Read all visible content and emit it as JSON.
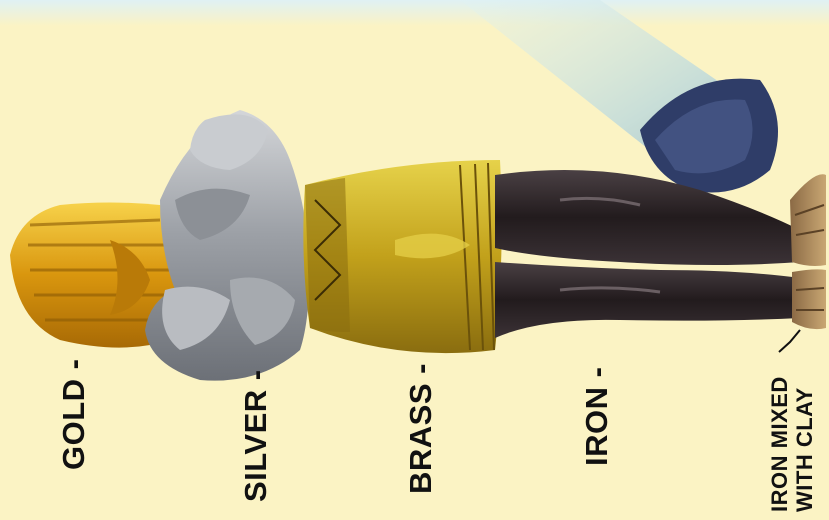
{
  "labels": {
    "gold": "GOLD -",
    "silver": "SILVER -",
    "brass": "BRASS -",
    "iron": "IRON -",
    "iron_clay_line1": "IRON MIXED",
    "iron_clay_line2": "WITH CLAY"
  },
  "colors": {
    "background": "#fbf3c4",
    "gold": "#d99a10",
    "silver": "#9fa3a9",
    "brass": "#c9a821",
    "iron": "#2a2224",
    "clay": "#a08055",
    "stone": "#3a4a74"
  }
}
